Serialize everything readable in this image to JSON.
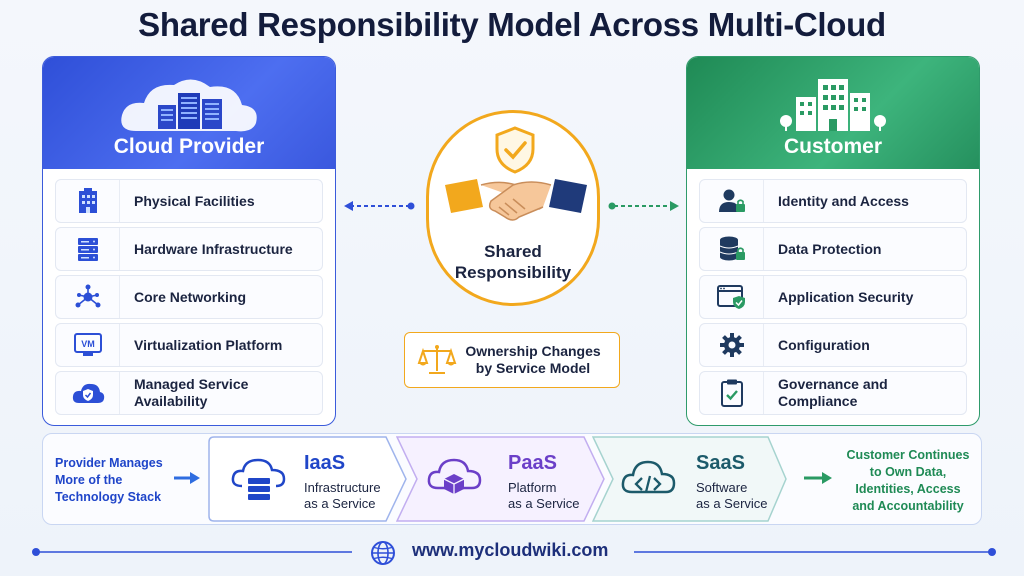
{
  "title": "Shared Responsibility Model Across Multi-Cloud",
  "provider": {
    "title": "Cloud Provider",
    "items": [
      {
        "label": "Physical Facilities",
        "icon": "building-icon"
      },
      {
        "label": "Hardware Infrastructure",
        "icon": "server-icon"
      },
      {
        "label": "Core Networking",
        "icon": "network-icon"
      },
      {
        "label": "Virtualization Platform",
        "icon": "vm-icon"
      },
      {
        "label": "Managed Service Availability",
        "icon": "cloud-shield-icon"
      }
    ]
  },
  "customer": {
    "title": "Customer",
    "items": [
      {
        "label": "Identity and Access",
        "icon": "user-lock-icon"
      },
      {
        "label": "Data Protection",
        "icon": "database-lock-icon"
      },
      {
        "label": "Application Security",
        "icon": "app-shield-icon"
      },
      {
        "label": "Configuration",
        "icon": "gear-icon"
      },
      {
        "label": "Governance and Compliance",
        "icon": "clipboard-check-icon"
      }
    ]
  },
  "center": {
    "label": "Shared Responsibility",
    "ownership": "Ownership Changes by Service Model"
  },
  "band": {
    "left_text": "Provider Manages More of the Technology Stack",
    "right_text": "Customer Continues to Own Data, Identities, Access and Accountability",
    "services": [
      {
        "name": "IaaS",
        "desc1": "Infrastructure",
        "desc2": "as a Service",
        "color": "#2046c8"
      },
      {
        "name": "PaaS",
        "desc1": "Platform",
        "desc2": "as a Service",
        "color": "#6b3fc8"
      },
      {
        "name": "SaaS",
        "desc1": "Software",
        "desc2": "as a Service",
        "color": "#1c7a7a"
      }
    ]
  },
  "footer": {
    "url": "www.mycloudwiki.com"
  },
  "colors": {
    "provider": "#3b5bdb",
    "customer": "#2f9b6b",
    "accent": "#f2a81d",
    "dark": "#131c3c"
  }
}
